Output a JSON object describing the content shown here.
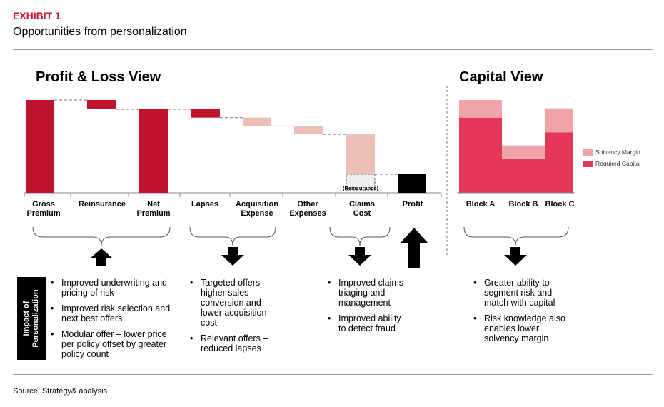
{
  "header": {
    "exhibit": "EXHIBIT 1",
    "title": "Opportunities from personalization"
  },
  "pnl": {
    "title": "Profit & Loss View",
    "labels": [
      "Gross\nPremium",
      "Reinsurance",
      "Net\nPremium",
      "Lapses",
      "Acquisition\nExpense",
      "Other\nExpenses",
      "Claims\nCost",
      "Profit"
    ],
    "reinsurance_note": "(Reinsurance)"
  },
  "capital": {
    "title": "Capital View",
    "labels": [
      "Block A",
      "Block B",
      "Block C"
    ],
    "legend": [
      "Solvency Margin",
      "Required Capital"
    ]
  },
  "impact_label": "Impact of\nPersonalization",
  "bullets": {
    "group1": [
      "Improved underwriting and pricing of risk",
      "Improved risk selection and next best offers",
      "Modular offer – lower price per policy offset by greater policy count"
    ],
    "group2": [
      "Targeted offers – higher sales conversion and lower acquisition cost",
      "Relevant offers – reduced lapses"
    ],
    "group3": [
      "Improved claims triaging and management",
      "Improved ability to detect fraud"
    ],
    "group4": [
      "Greater ability to segment risk and match with capital",
      "Risk knowledge also enables lower solvency margin"
    ]
  },
  "source": "Source: Strategy& analysis",
  "colors": {
    "dark_red": "#c0142e",
    "light_pink": "#edc0b5",
    "very_light": "#eeeeee",
    "capital_required": "#e4375a",
    "capital_solvency": "#f0a3a8",
    "black": "#000000"
  },
  "chart_data": [
    {
      "type": "bar",
      "variant": "waterfall",
      "title": "Profit & Loss View",
      "categories": [
        "Gross Premium",
        "Reinsurance",
        "Net Premium",
        "Lapses",
        "Acquisition Expense",
        "Other Expenses",
        "Claims Cost",
        "Profit"
      ],
      "bars": [
        {
          "category": "Gross Premium",
          "bottom": 0,
          "top": 100,
          "style": "total-red"
        },
        {
          "category": "Reinsurance",
          "bottom": 90,
          "top": 100,
          "style": "delta-red"
        },
        {
          "category": "Net Premium",
          "bottom": 0,
          "top": 90,
          "style": "total-red"
        },
        {
          "category": "Lapses",
          "bottom": 81,
          "top": 90,
          "style": "delta-red"
        },
        {
          "category": "Acquisition Expense",
          "bottom": 72,
          "top": 81,
          "style": "delta-pink"
        },
        {
          "category": "Other Expenses",
          "bottom": 63,
          "top": 72,
          "style": "delta-pink"
        },
        {
          "category": "Claims Cost",
          "bottom": 20,
          "top": 63,
          "style": "delta-pink",
          "note": "(Reinsurance)",
          "note_bottom": 3,
          "note_top": 20
        },
        {
          "category": "Profit",
          "bottom": 0,
          "top": 20,
          "style": "total-black"
        }
      ],
      "ylim": [
        0,
        100
      ],
      "grid": false
    },
    {
      "type": "bar",
      "variant": "stacked",
      "title": "Capital View",
      "categories": [
        "Block A",
        "Block B",
        "Block C"
      ],
      "series": [
        {
          "name": "Required Capital",
          "values": [
            81,
            37,
            65
          ]
        },
        {
          "name": "Solvency Margin",
          "values": [
            19,
            14,
            26
          ]
        }
      ],
      "ylim": [
        0,
        100
      ],
      "legend": "right"
    }
  ]
}
